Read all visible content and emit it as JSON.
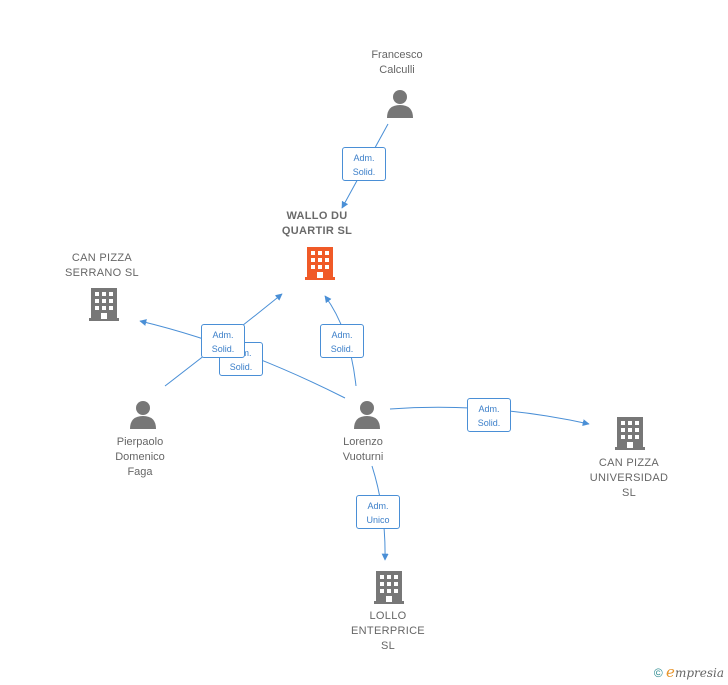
{
  "nodes": {
    "main": {
      "label": "WALLO DU\nQUARTIR  SL",
      "type": "company",
      "color": "#f05a28"
    },
    "serrano": {
      "label": "CAN PIZZA\nSERRANO  SL",
      "type": "company",
      "color": "#777777"
    },
    "universidad": {
      "label": "CAN PIZZA\nUNIVERSIDAD\nSL",
      "type": "company",
      "color": "#777777"
    },
    "lollo": {
      "label": "LOLLO\nENTERPRICE\nSL",
      "type": "company",
      "color": "#777777"
    },
    "francesco": {
      "label": "Francesco\nCalculli",
      "type": "person",
      "color": "#777777"
    },
    "pierpaolo": {
      "label": "Pierpaolo\nDomenico\nFaga",
      "type": "person",
      "color": "#777777"
    },
    "lorenzo": {
      "label": "Lorenzo\nVuoturni",
      "type": "person",
      "color": "#777777"
    }
  },
  "edges": [
    {
      "from": "francesco",
      "to": "main",
      "label": "Adm.\nSolid."
    },
    {
      "from": "pierpaolo",
      "to": "main",
      "label": "Adm.\nSolid."
    },
    {
      "from": "lorenzo",
      "to": "serrano",
      "label": "Adm.\nSolid."
    },
    {
      "from": "lorenzo",
      "to": "main",
      "label": "Adm.\nSolid."
    },
    {
      "from": "lorenzo",
      "to": "universidad",
      "label": "Adm.\nSolid."
    },
    {
      "from": "lorenzo",
      "to": "lollo",
      "label": "Adm.\nUnico"
    }
  ],
  "colors": {
    "edge": "#4a8fd6",
    "main_company": "#f05a28",
    "node": "#777777"
  },
  "footer": {
    "copyright": "©",
    "brand_first": "e",
    "brand_rest": "mpresia"
  }
}
